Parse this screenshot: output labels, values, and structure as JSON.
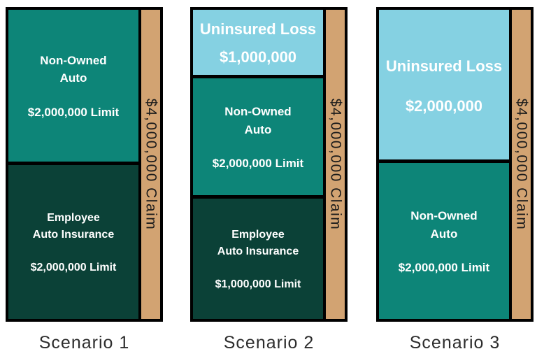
{
  "colors": {
    "teal": "#0D8578",
    "dark_green": "#0B4137",
    "light_blue": "#85D1E2",
    "tan": "#D2A372",
    "border": "#000000",
    "segment_text": "#FFFFFF",
    "claim_text": "#1C1C1C",
    "label_text": "#2D2D2D",
    "background": "#FFFFFF"
  },
  "claim_bar": {
    "label": "$4,000,000 Claim"
  },
  "scenarios": [
    {
      "label": "Scenario 1",
      "segments": [
        {
          "title": "Non-Owned\nAuto",
          "amount": "$2,000,000 Limit",
          "color": "teal",
          "height_pct": 49
        },
        {
          "title": "Employee\nAuto Insurance",
          "amount": "$2,000,000 Limit",
          "color": "dark_green",
          "height_pct": 51
        }
      ]
    },
    {
      "label": "Scenario 2",
      "segments": [
        {
          "title": "Uninsured Loss",
          "amount": "$1,000,000",
          "color": "light_blue",
          "height_pct": 21
        },
        {
          "title": "Non-Owned\nAuto",
          "amount": "$2,000,000 Limit",
          "color": "teal",
          "height_pct": 39
        },
        {
          "title": "Employee\nAuto Insurance",
          "amount": "$1,000,000 Limit",
          "color": "dark_green",
          "height_pct": 40
        }
      ]
    },
    {
      "label": "Scenario 3",
      "segments": [
        {
          "title": "Uninsured Loss",
          "amount": "$2,000,000",
          "color": "light_blue",
          "height_pct": 48.5
        },
        {
          "title": "Non-Owned\nAuto",
          "amount": "$2,000,000 Limit",
          "color": "teal",
          "height_pct": 51.5
        }
      ]
    }
  ]
}
